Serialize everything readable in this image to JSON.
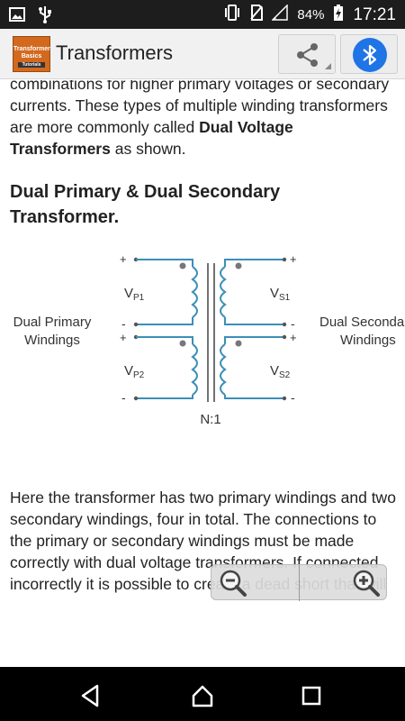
{
  "status_bar": {
    "battery_percent": "84%",
    "time": "17:21",
    "icons": [
      "image-icon",
      "usb-icon",
      "vibrate-icon",
      "no-sim-icon",
      "signal-icon",
      "battery-charging-icon"
    ]
  },
  "app_bar": {
    "logo_text": "Transformer Basics",
    "logo_sub": "Tutorials",
    "title": "Transformers",
    "share_icon": "share-icon",
    "bluetooth_icon": "bluetooth-icon",
    "accent_color": "#1f74e6"
  },
  "article": {
    "para1_a": "combinations for higher primary voltages or secondary currents. These types of multiple winding transformers are more commonly called ",
    "para1_bold": "Dual Voltage Transformers",
    "para1_b": " as shown.",
    "heading": "Dual Primary & Dual Secondary Transformer.",
    "para2": "Here the transformer has two primary windings and two secondary windings, four in total. The connections to the primary or secondary windings must be made correctly with dual voltage transformers. If connected incorrectly it is possible to create a dead short that will"
  },
  "diagram": {
    "left_label_1": "Dual Primary",
    "left_label_2": "Windings",
    "right_label_1": "Dual Secondary",
    "right_label_2": "Windings",
    "vp1_main": "V",
    "vp1_sub": "P1",
    "vp2_main": "V",
    "vp2_sub": "P2",
    "vs1_main": "V",
    "vs1_sub": "S1",
    "vs2_main": "V",
    "vs2_sub": "S2",
    "ratio": "N:1",
    "plus": "+",
    "minus": "-"
  },
  "zoom": {
    "zoom_out_icon": "zoom-out-icon",
    "zoom_in_icon": "zoom-in-icon"
  },
  "nav": {
    "back_icon": "back-icon",
    "home_icon": "home-icon",
    "recents_icon": "recents-icon"
  }
}
